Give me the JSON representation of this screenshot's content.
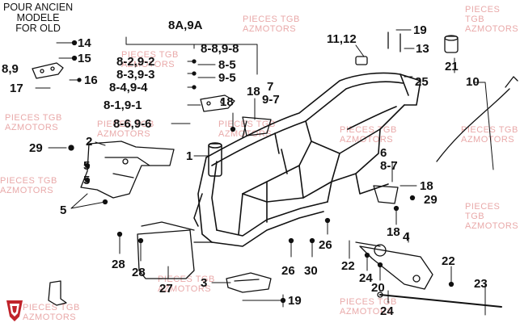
{
  "note": {
    "line1": "POUR ANCIEN",
    "line2": "MODELE",
    "line3": "FOR OLD"
  },
  "watermark": {
    "line1": "PIECES TGB",
    "line2": "AZMOTORS"
  },
  "colors": {
    "ink": "#111111",
    "watermark": "#e9a9a9",
    "logo": "#c0232a"
  },
  "callouts": {
    "c14": "14",
    "c15": "15",
    "c89": "8,9",
    "c16": "16",
    "c17": "17",
    "c8a9a": "8A,9A",
    "c8898": "8-8,9-8",
    "c8292": "8-2,9-2",
    "c85": "8-5",
    "c8393": "8-3,9-3",
    "c95": "9-5",
    "c8494": "8-4,9-4",
    "c8191": "8-1,9-1",
    "c8696": "8-6,9-6",
    "c18a": "18",
    "c7": "7",
    "c97": "9-7",
    "c1112": "11,12",
    "c19a": "19",
    "c13": "13",
    "c21": "21",
    "c25": "25",
    "c10": "10",
    "c29a": "29",
    "c2": "2",
    "c5a": "5",
    "c5b": "5",
    "c5c": "5",
    "c1": "1",
    "c6": "6",
    "c87": "8-7",
    "c18b": "18",
    "c29b": "29",
    "c18c": "18",
    "c26a": "26",
    "c4": "4",
    "c28a": "28",
    "c28b": "28",
    "c27": "27",
    "c26b": "26",
    "c30": "30",
    "c22a": "22",
    "c24a": "24",
    "c20": "20",
    "c22b": "22",
    "c24b": "24",
    "c3": "3",
    "c19b": "19",
    "c23": "23"
  }
}
